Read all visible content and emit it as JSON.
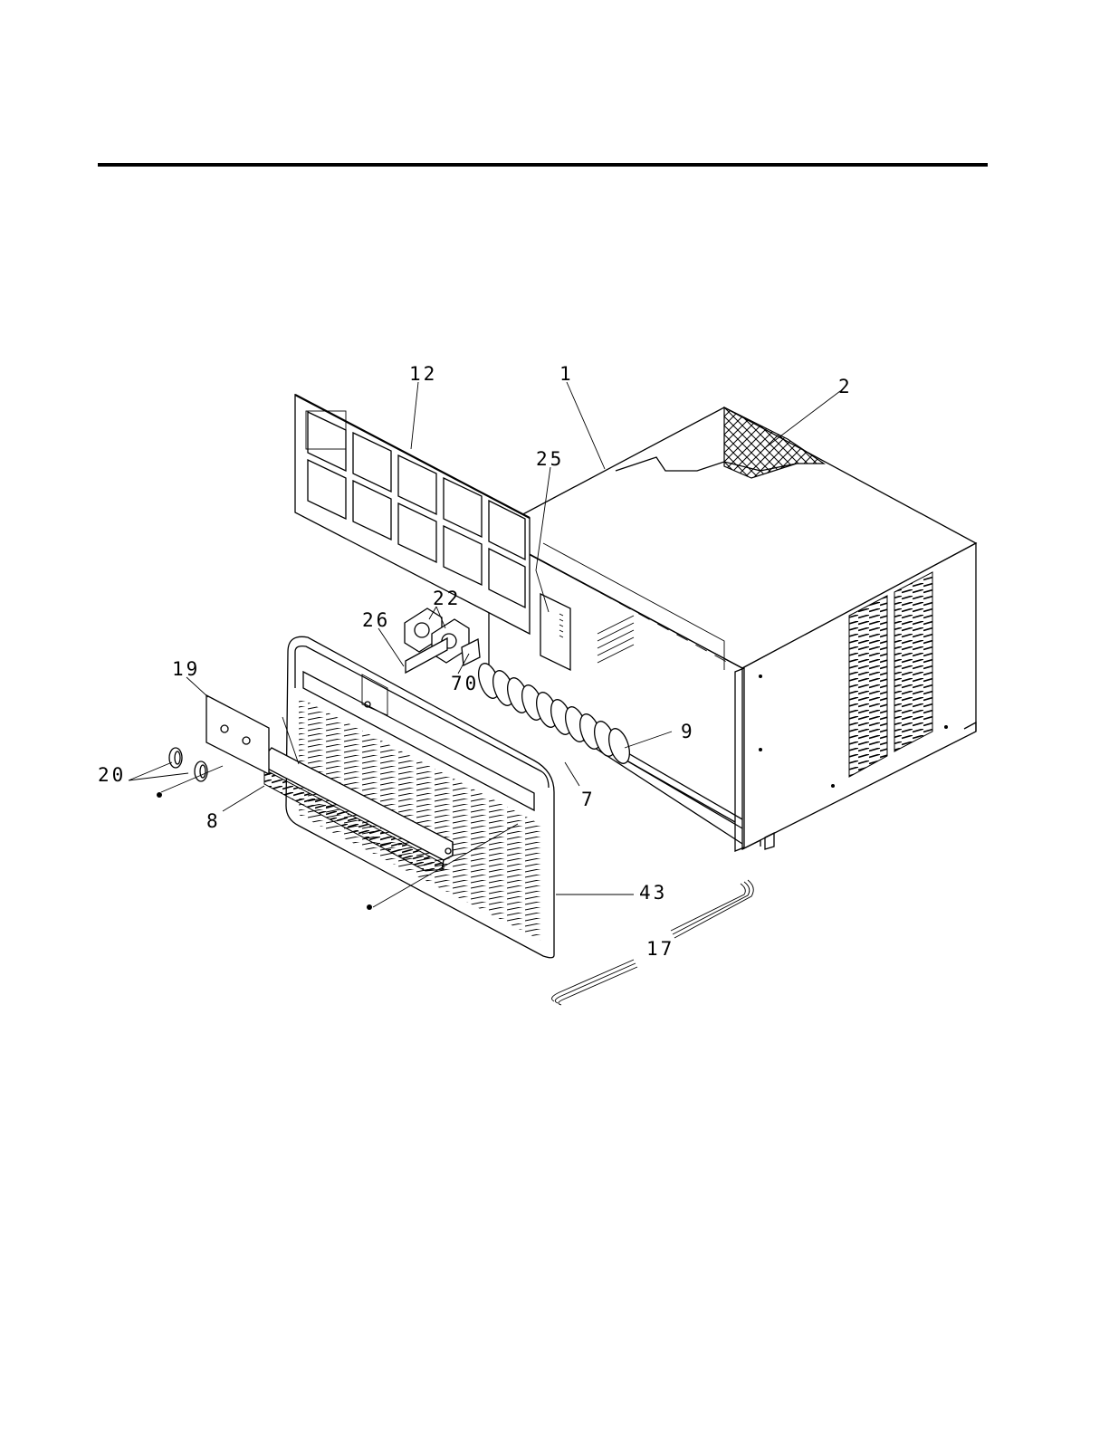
{
  "diagram": {
    "callouts": [
      "12",
      "1",
      "2",
      "25",
      "22",
      "26",
      "70",
      "19",
      "20",
      "8",
      "7",
      "9",
      "43",
      "17"
    ]
  }
}
